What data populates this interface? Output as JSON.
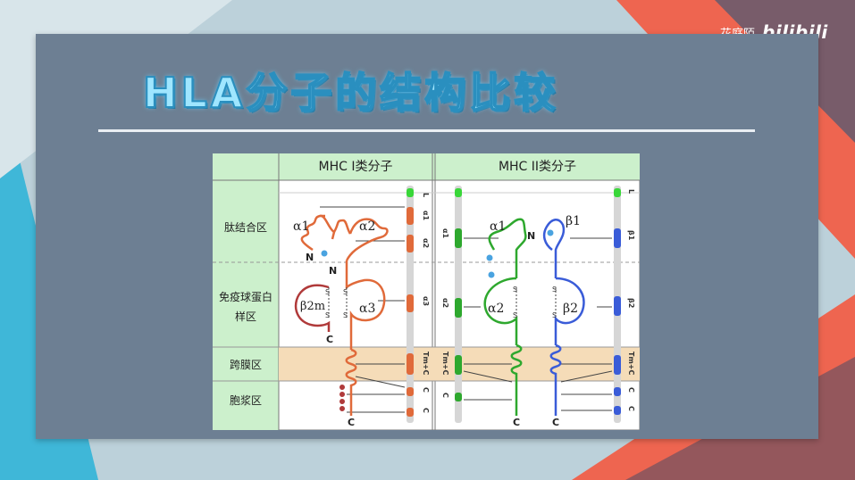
{
  "brand": {
    "text_cn": "花庭陌",
    "logo_text": "bilibili"
  },
  "slide_title": "HLA分子的结构比较",
  "table": {
    "col_headers": [
      "MHC I类分子",
      "MHC II类分子"
    ],
    "row_labels": [
      "肽结合区",
      "免疫球蛋白样区",
      "跨膜区",
      "胞浆区"
    ]
  },
  "mhc1": {
    "domain_labels": {
      "a1": "α1",
      "a2": "α2",
      "a3": "α3",
      "b2m": "β2m"
    },
    "n_label": "N",
    "c_labels": [
      "C",
      "C"
    ],
    "s_label": "S",
    "exons": [
      "L",
      "α1",
      "α2",
      "α3",
      "Tm+C",
      "C",
      "C"
    ]
  },
  "mhc2": {
    "domain_labels": {
      "a1": "α1",
      "a2": "α2",
      "b1": "β1",
      "b2": "β2"
    },
    "n_label": "N",
    "c_labels": [
      "C",
      "C"
    ],
    "s_label": "S",
    "exons_left": [
      "α1",
      "α2",
      "Tm+C",
      "C"
    ],
    "exons_right": [
      "L",
      "β1",
      "β2",
      "Tm+C",
      "C",
      "C"
    ]
  },
  "colors": {
    "mhc1_heavy": "#e06a3a",
    "b2m": "#b03a3a",
    "mhc2_alpha": "#2ea82e",
    "mhc2_beta": "#3a5cd8",
    "header_green": "#ccf0cc",
    "transmembrane_band": "#f5dcb8"
  }
}
